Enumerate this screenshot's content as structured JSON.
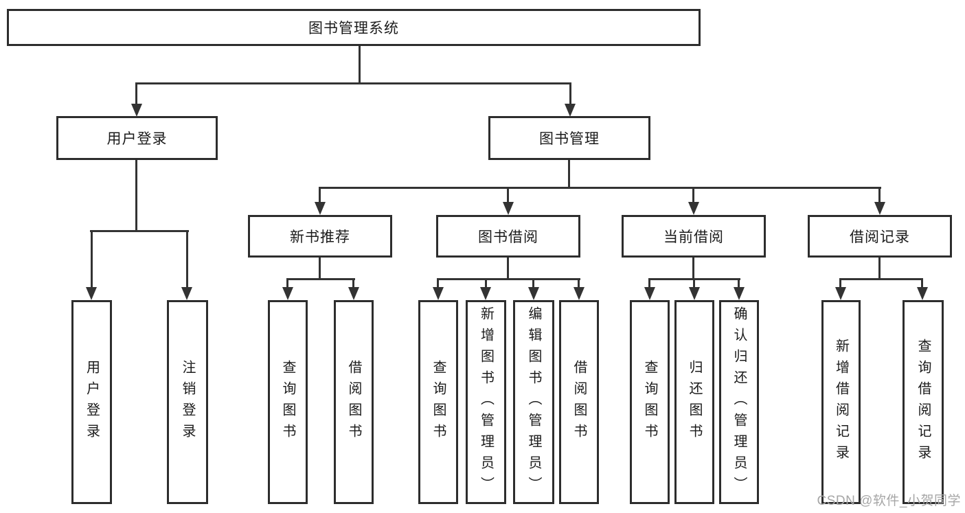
{
  "watermark": "CSDN @软件_小贺同学",
  "colors": {
    "line": "#333333",
    "box_border": "#2d2d2d",
    "text": "#1b1b1b",
    "watermark": "#a6a6a6",
    "background": "#ffffff"
  },
  "tree": {
    "root": {
      "label": "图书管理系统"
    },
    "branches": [
      {
        "label": "用户登录",
        "children": [
          {
            "label": "用户登录"
          },
          {
            "label": "注销登录"
          }
        ]
      },
      {
        "label": "图书管理",
        "children": [
          {
            "label": "新书推荐",
            "children": [
              {
                "label": "查询图书"
              },
              {
                "label": "借阅图书"
              }
            ]
          },
          {
            "label": "图书借阅",
            "children": [
              {
                "label": "查询图书"
              },
              {
                "label": "新增图书（管理员）"
              },
              {
                "label": "编辑图书（管理员）"
              },
              {
                "label": "借阅图书"
              }
            ]
          },
          {
            "label": "当前借阅",
            "children": [
              {
                "label": "查询图书"
              },
              {
                "label": "归还图书"
              },
              {
                "label": "确认归还（管理员）"
              }
            ]
          },
          {
            "label": "借阅记录",
            "children": [
              {
                "label": "新增借阅记录"
              },
              {
                "label": "查询借阅记录"
              }
            ]
          }
        ]
      }
    ]
  }
}
